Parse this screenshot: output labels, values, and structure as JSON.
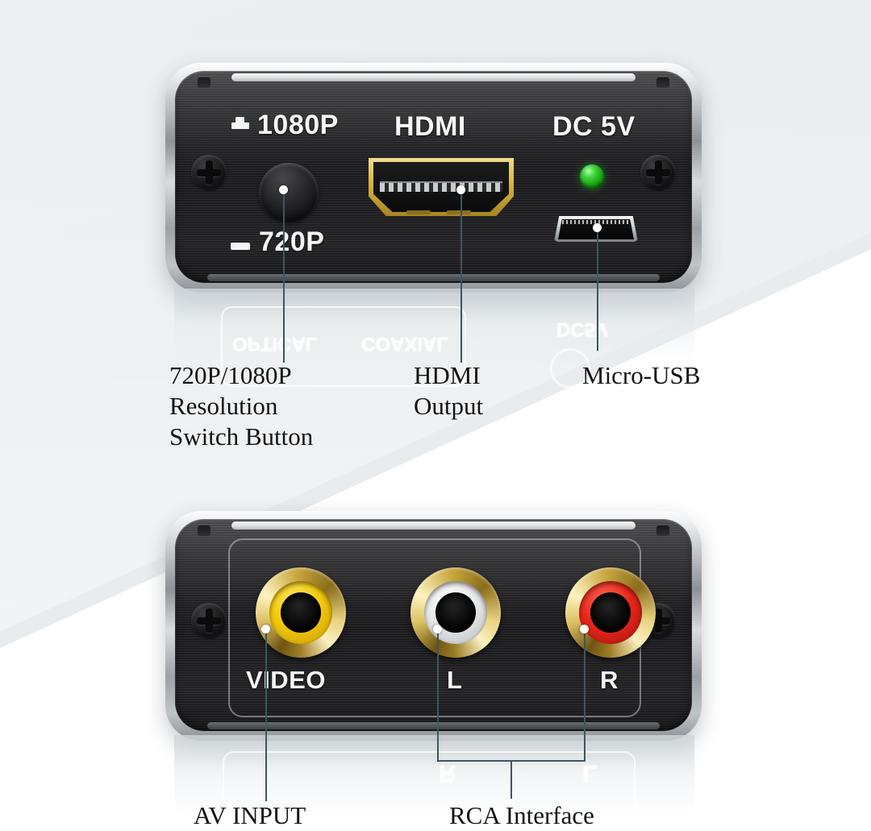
{
  "diagram": {
    "title": "AV to HDMI converter port callout diagram",
    "background_color": "#eceff1",
    "callout_line_color": "#3c565f"
  },
  "devices": [
    {
      "id": "front-panel",
      "name": "HDMI output panel",
      "silkscreen": {
        "res_top": "1080P",
        "res_bottom": "720P",
        "hdmi": "HDMI",
        "power": "DC 5V"
      },
      "ports": [
        {
          "name": "resolution-switch-button",
          "type": "push-button"
        },
        {
          "name": "hdmi-port",
          "type": "hdmi",
          "bezel_color": "#d9b743"
        },
        {
          "name": "power-led",
          "type": "led",
          "color": "#2ec62c"
        },
        {
          "name": "micro-usb-port",
          "type": "micro-usb"
        }
      ],
      "reflection_text": [
        "OPTICAL",
        "COAXIAL",
        "DC5V"
      ]
    },
    {
      "id": "rear-panel",
      "name": "RCA AV input panel",
      "silkscreen": {
        "video": "VIDEO",
        "left": "L",
        "right": "R"
      },
      "ports": [
        {
          "name": "rca-video-jack",
          "label": "VIDEO",
          "color": "#f2c90b"
        },
        {
          "name": "rca-left-jack",
          "label": "L",
          "color": "#eef1f2"
        },
        {
          "name": "rca-right-jack",
          "label": "R",
          "color": "#e8261b"
        }
      ],
      "reflection_text": [
        "R",
        "L"
      ]
    }
  ],
  "callouts": [
    {
      "id": "resolution-switch",
      "text": "720P/1080P\nResolution\nSwitch Button"
    },
    {
      "id": "hdmi-output",
      "text": "HDMI\nOutput"
    },
    {
      "id": "micro-usb",
      "text": "Micro-USB"
    },
    {
      "id": "av-input",
      "text": "AV INPUT"
    },
    {
      "id": "rca-interface",
      "text": "RCA Interface"
    }
  ]
}
